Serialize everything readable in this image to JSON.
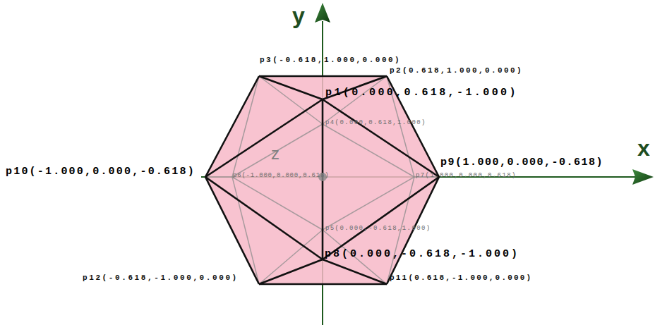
{
  "diagram": {
    "labels": [
      "y",
      "x",
      "z",
      "p3(-0.618,1.000,0.000)",
      "p2(0.618,1.000,0.000)",
      "p1(0.000,0.618,-1.000)",
      "p4(0.000,0.618,1.000)",
      "p9(1.000,0.000,-0.618)",
      "p7(1.000,0.000,0.618)",
      "p10(-1.000,0.000,-0.618)",
      "p6(-1.000,0.000,0.618)",
      "p5(0.000,-0.618,1.000)",
      "p8(0.000,-0.618,-1.000)",
      "p12(-0.618,-1.000,0.000)",
      "p11(0.618,-1.000,0.000)"
    ]
  }
}
